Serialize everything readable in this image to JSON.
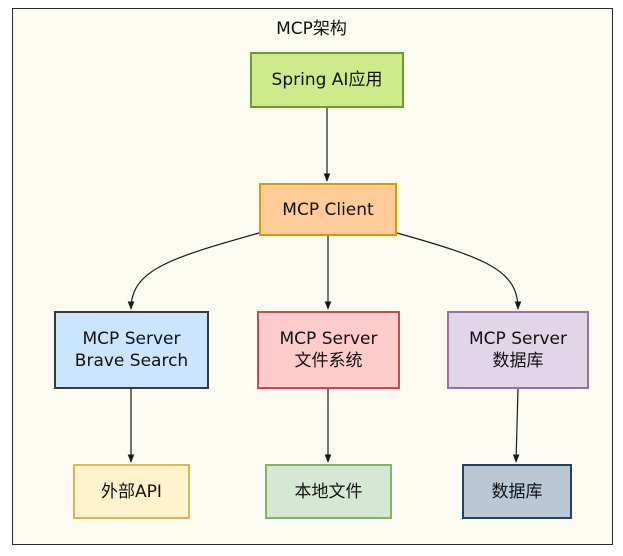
{
  "diagram": {
    "title": "MCP架构",
    "nodes": {
      "spring": {
        "line1": "Spring AI应用"
      },
      "client": {
        "line1": "MCP Client"
      },
      "brave": {
        "line1": "MCP Server",
        "line2": "Brave Search"
      },
      "fs": {
        "line1": "MCP Server",
        "line2": "文件系统"
      },
      "db": {
        "line1": "MCP Server",
        "line2": "数据库"
      },
      "api": {
        "line1": "外部API"
      },
      "local": {
        "line1": "本地文件"
      },
      "store": {
        "line1": "数据库"
      }
    },
    "edges": [
      {
        "from": "spring",
        "to": "client"
      },
      {
        "from": "client",
        "to": "brave"
      },
      {
        "from": "client",
        "to": "fs"
      },
      {
        "from": "client",
        "to": "db"
      },
      {
        "from": "brave",
        "to": "api"
      },
      {
        "from": "fs",
        "to": "local"
      },
      {
        "from": "db",
        "to": "store"
      }
    ],
    "colors": {
      "edge": "#1a1a1a",
      "frame_border": "#2b2b2b",
      "frame_fill": "#fbfbf2"
    }
  }
}
